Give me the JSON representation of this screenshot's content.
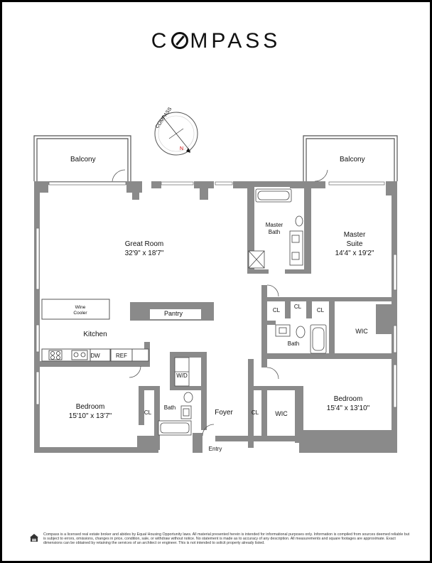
{
  "brand": {
    "name_start": "C",
    "name_end": "MPASS"
  },
  "compass_rose": {
    "ring_text": "COMPASS",
    "north": "N"
  },
  "rooms": {
    "balcony_left": "Balcony",
    "balcony_right": "Balcony",
    "great_room": {
      "name": "Great Room",
      "dims": "32'9\" x 18'7\""
    },
    "master_bath": {
      "line1": "Master",
      "line2": "Bath"
    },
    "master_suite": {
      "line1": "Master",
      "line2": "Suite",
      "dims": "14'4\" x 19'2\""
    },
    "wine_cooler": {
      "line1": "Wine",
      "line2": "Cooler"
    },
    "pantry": "Pantry",
    "kitchen": "Kitchen",
    "dw": "DW",
    "ref": "REF",
    "cl1": "CL",
    "cl2": "CL",
    "cl3": "CL",
    "cl4": "CL",
    "cl5": "CL",
    "bath_mid": "Bath",
    "bath_left": "Bath",
    "wic_top": "WIC",
    "wic_bottom": "WIC",
    "wd": "W/D",
    "bedroom_left": {
      "name": "Bedroom",
      "dims": "15'10\" x 13'7\""
    },
    "foyer": "Foyer",
    "entry": "Entry",
    "bedroom_right": {
      "name": "Bedroom",
      "dims": "15'4\" x 13'10\""
    }
  },
  "disclaimer": "Compass is a licensed real estate broker and abides by Equal Housing Opportunity laws. All material presented herein is intended for informational purposes only. Information is compiled from sources deemed reliable but is subject to errors, omissions, changes in price, condition, sale, or withdraw without notice. No statement is made as to accuracy of any description. All measurements and square footages are approximate. Exact dimensions can be obtained by retaining the services of an architect or engineer. This is not intended to solicit property already listed."
}
